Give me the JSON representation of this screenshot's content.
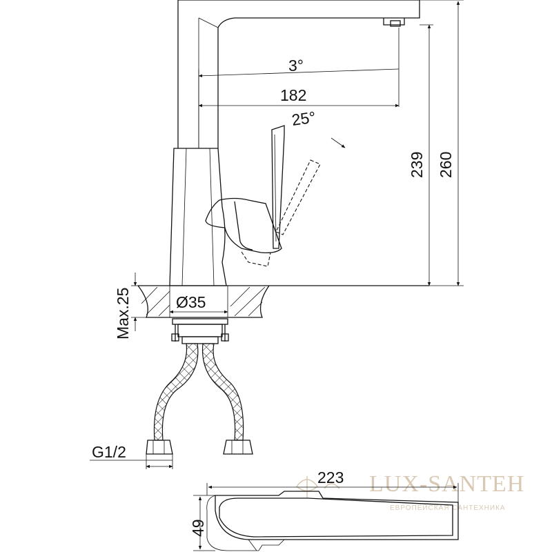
{
  "drawing": {
    "dimensions": {
      "spout_angle": "3°",
      "spout_reach": "182",
      "lever_angle": "25°",
      "spout_height": "239",
      "total_height": "260",
      "max_counter_thickness": "Max.25",
      "hole_diameter": "Ø35",
      "thread": "G1/2",
      "top_view_length": "223",
      "top_view_width": "49"
    },
    "watermark": {
      "name": "LUX-SANTEH",
      "subtitle": "ЕВРОПЕЙСКАЯ САНТЕХНИКА",
      "color": "#d9c9b4"
    }
  }
}
